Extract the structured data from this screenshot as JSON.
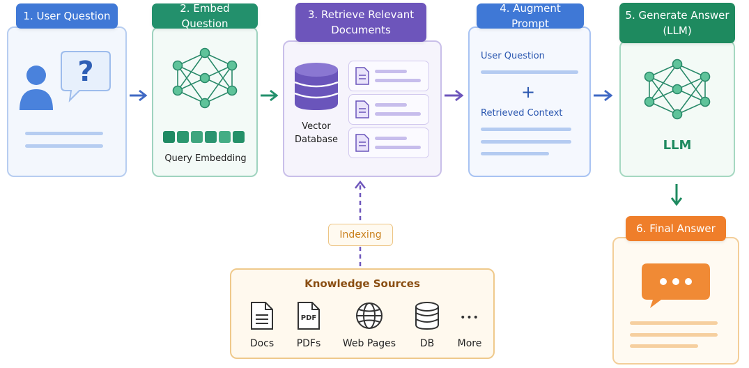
{
  "steps": {
    "user_question": {
      "title": "1. User Question"
    },
    "embed_question": {
      "title": "2. Embed Question",
      "caption": "Query Embedding"
    },
    "retrieve": {
      "title_line1": "3. Retrieve Relevant",
      "title_line2": "Documents",
      "db_line1": "Vector",
      "db_line2": "Database"
    },
    "augment": {
      "title": "4. Augment Prompt",
      "user_question": "User Question",
      "plus": "+",
      "retrieved_context": "Retrieved Context"
    },
    "generate": {
      "title_line1": "5. Generate Answer",
      "title_line2": "(LLM)",
      "model": "LLM"
    },
    "final": {
      "title": "6. Final Answer"
    }
  },
  "indexing": {
    "label": "Indexing"
  },
  "knowledge": {
    "title": "Knowledge Sources",
    "pdf_badge": "PDF",
    "more_glyph": "•••",
    "sources": [
      "Docs",
      "PDFs",
      "Web Pages",
      "DB",
      "More"
    ]
  },
  "colors": {
    "blue": "#3f78d6",
    "green": "#23906c",
    "purple": "#6d55bb",
    "orange": "#ef7e2a",
    "amber": "#c9801c"
  },
  "icons": [
    "user-icon",
    "question-bubble-icon",
    "neural-network-icon",
    "database-icon",
    "document-icon",
    "plus-icon",
    "chat-bubble-icon",
    "pdf-icon",
    "globe-icon",
    "more-icon",
    "arrow-right-icon",
    "arrow-down-icon",
    "arrow-up-icon"
  ]
}
